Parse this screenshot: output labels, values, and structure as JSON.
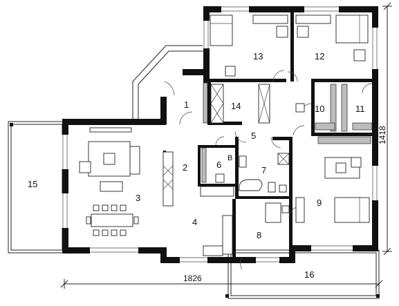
{
  "rooms": {
    "r1": "1",
    "r2": "2",
    "r3": "3",
    "r4": "4",
    "r5": "5",
    "r6": "6",
    "r7": "7",
    "r8": "8",
    "r9": "9",
    "r10": "10",
    "r11": "11",
    "r12": "12",
    "r13": "13",
    "r14": "14",
    "r15": "15",
    "r16": "16",
    "rb": "B"
  },
  "dimensions": {
    "width": "1826",
    "height": "1418"
  }
}
